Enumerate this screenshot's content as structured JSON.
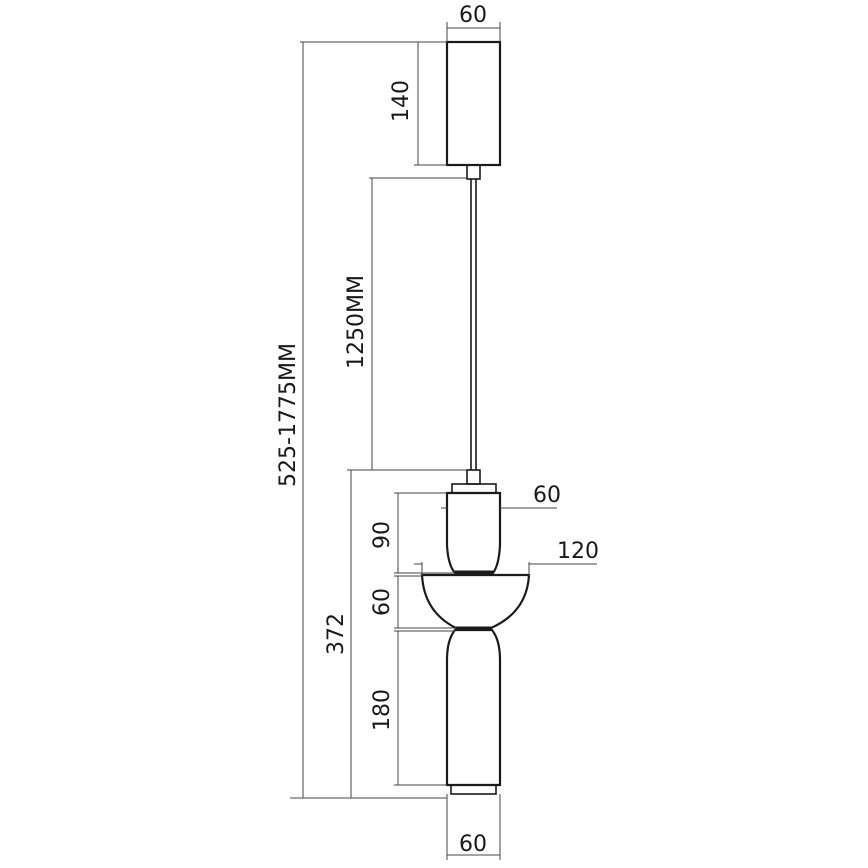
{
  "diagram": {
    "type": "technical dimension drawing",
    "subject": "pendant lamp",
    "units": "mm",
    "labels": {
      "canopy_width": "60",
      "canopy_height": "140",
      "cable_length": "1250MM",
      "total_height_range": "525-1775MM",
      "body_height": "372",
      "upper_cylinder_width": "60",
      "upper_cylinder_height": "90",
      "bowl_width": "120",
      "bowl_height": "60",
      "lower_cylinder_height": "180",
      "lower_cylinder_width": "60"
    },
    "colors": {
      "line": "#1a1a1a",
      "dimension_line": "#444444",
      "background": "#ffffff"
    }
  }
}
